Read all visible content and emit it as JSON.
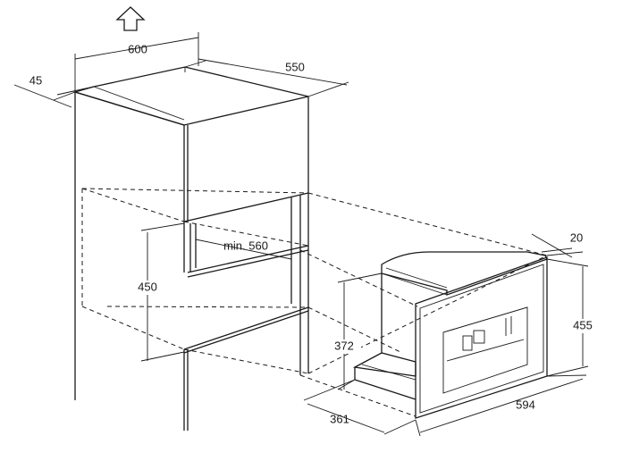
{
  "dimensions": {
    "cabinet_width": "600",
    "cabinet_depth": "550",
    "panel_thickness": "45",
    "niche_depth_min": "min. 560",
    "niche_height": "450",
    "front_thickness": "20",
    "appliance_height": "455",
    "body_height": "372",
    "body_depth": "361",
    "appliance_width": "594"
  },
  "icons": {
    "direction_arrow": "up-arrow-icon"
  },
  "colors": {
    "line": "#1a1a1a",
    "background": "#ffffff"
  }
}
